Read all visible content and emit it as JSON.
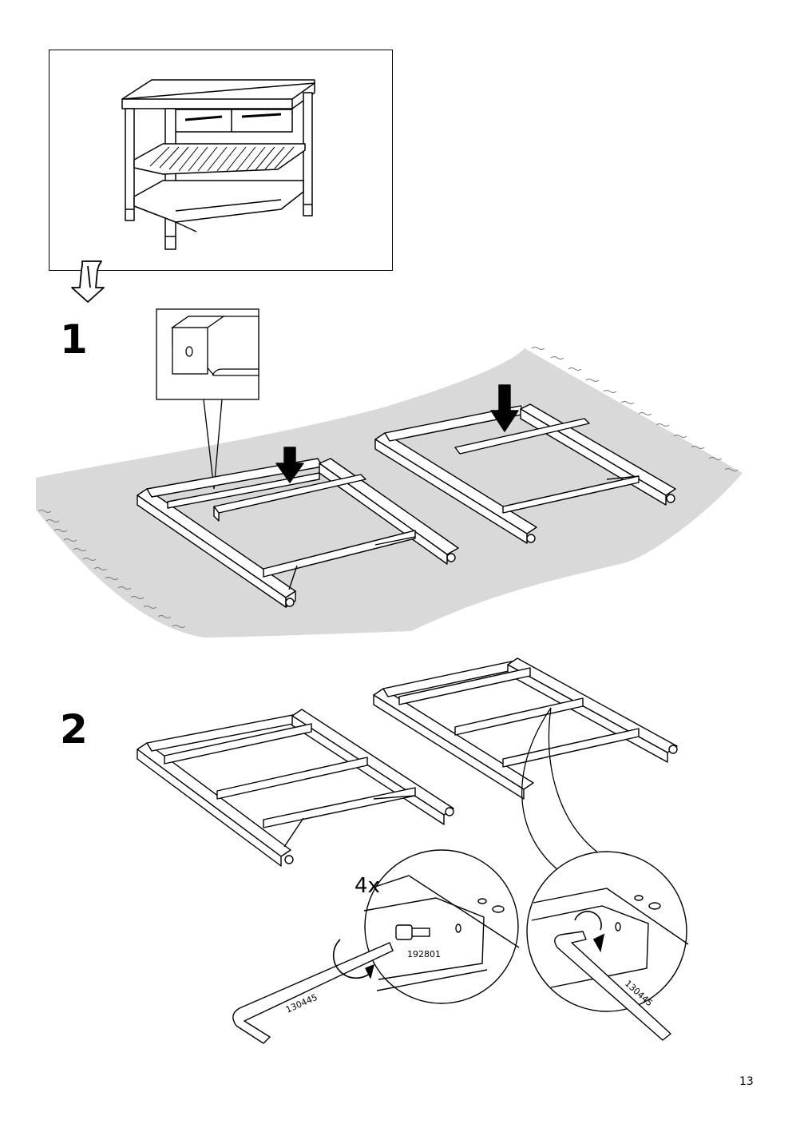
{
  "page": {
    "number": "13"
  },
  "steps": [
    {
      "number": "1"
    },
    {
      "number": "2",
      "quantity": "4x"
    }
  ],
  "parts": {
    "screw_id": "192801",
    "allen_key_id": "130445"
  },
  "icons": [
    "unpack-arrow-icon",
    "press-down-arrow-icon",
    "rotate-arrow-icon",
    "allen-key-icon"
  ]
}
